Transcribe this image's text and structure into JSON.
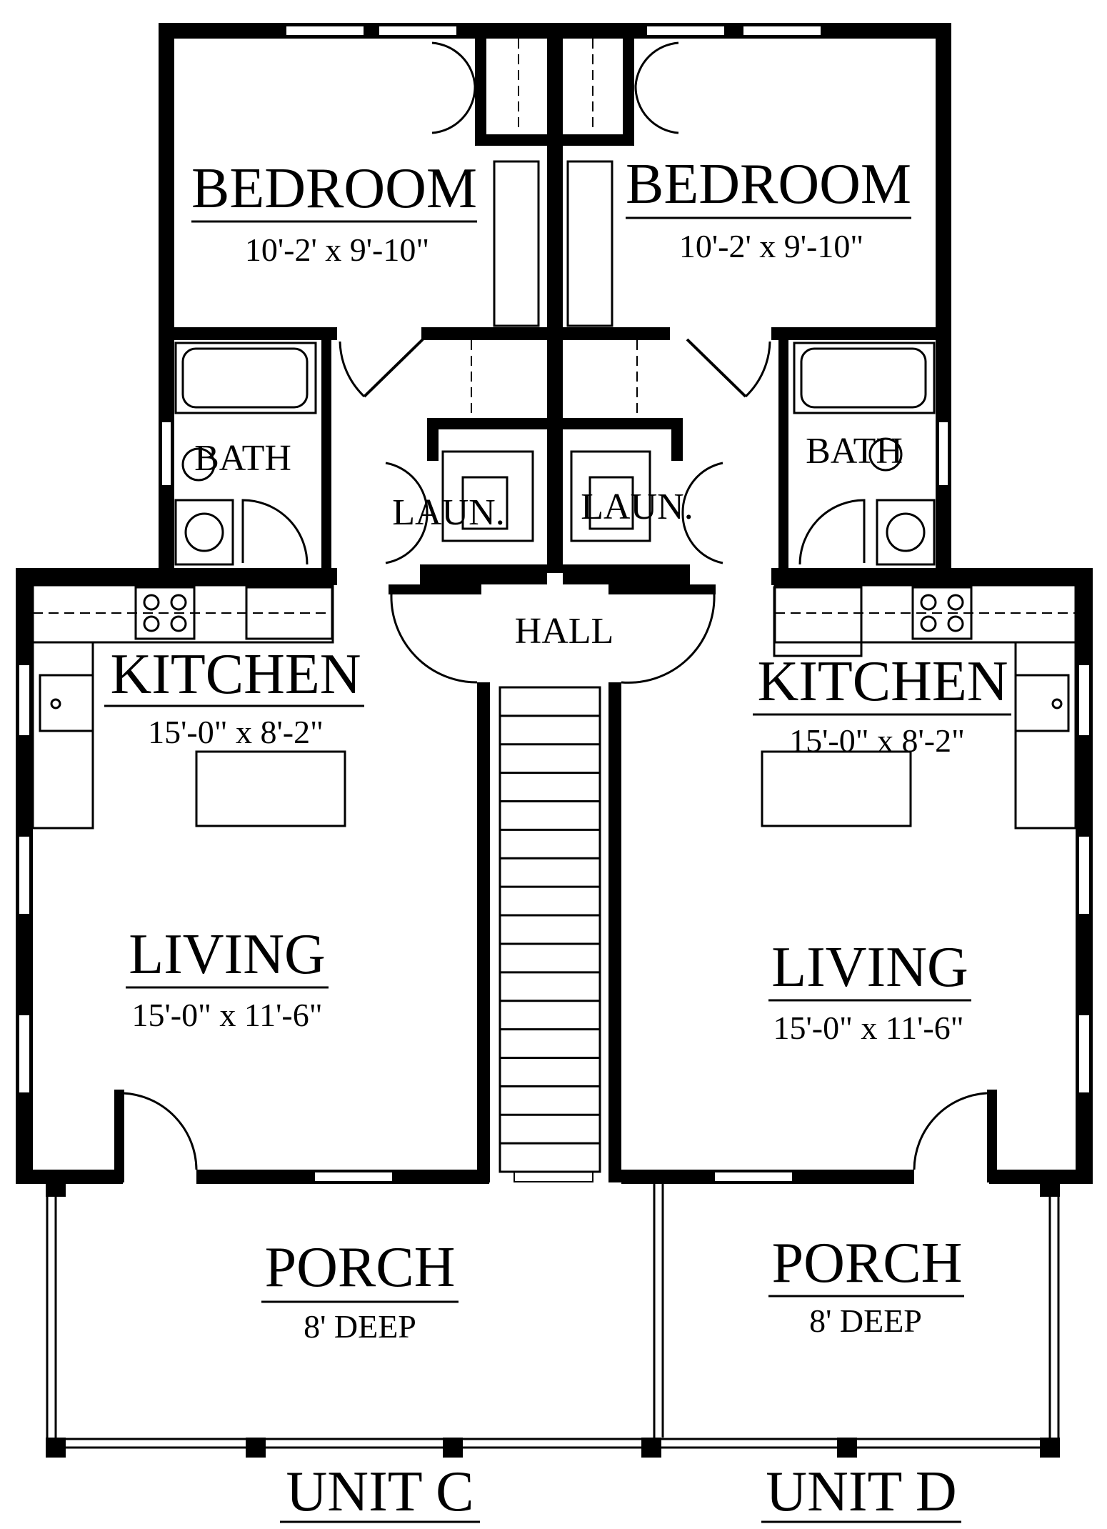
{
  "rooms": {
    "bedroom_left": {
      "name": "BEDROOM",
      "dims": "10'-2' x 9'-10\""
    },
    "bedroom_right": {
      "name": "BEDROOM",
      "dims": "10'-2' x 9'-10\""
    },
    "bath_left": {
      "name": "BATH"
    },
    "bath_right": {
      "name": "BATH"
    },
    "laundry_left": {
      "name": "LAUN."
    },
    "laundry_right": {
      "name": "LAUN."
    },
    "hall": {
      "name": "HALL"
    },
    "kitchen_left": {
      "name": "KITCHEN",
      "dims": "15'-0\" x 8'-2\""
    },
    "kitchen_right": {
      "name": "KITCHEN",
      "dims": "15'-0\" x 8'-2\""
    },
    "living_left": {
      "name": "LIVING",
      "dims": "15'-0\" x 11'-6\""
    },
    "living_right": {
      "name": "LIVING",
      "dims": "15'-0\" x 11'-6\""
    },
    "porch_left": {
      "name": "PORCH",
      "dims": "8' DEEP"
    },
    "porch_right": {
      "name": "PORCH",
      "dims": "8' DEEP"
    }
  },
  "units": {
    "left": "UNIT C",
    "right": "UNIT D"
  },
  "colors": {
    "ink": "#000000",
    "paper": "#ffffff"
  }
}
